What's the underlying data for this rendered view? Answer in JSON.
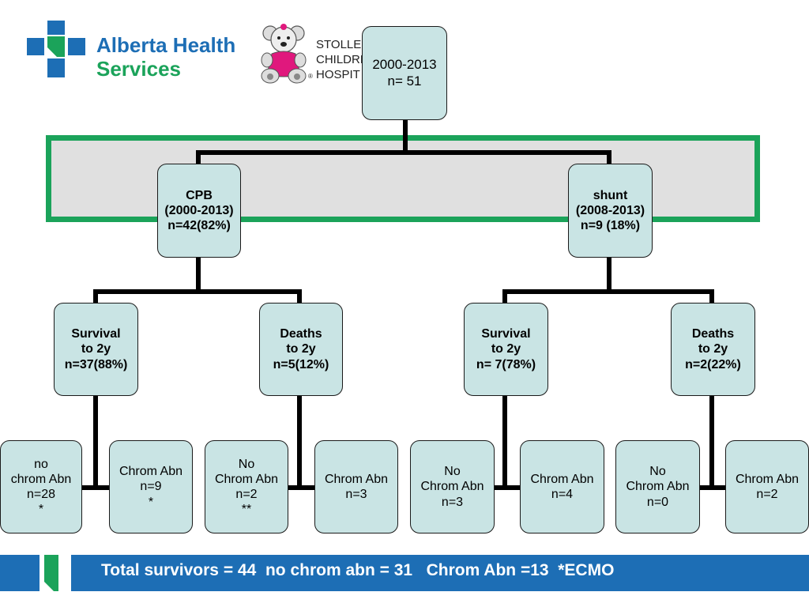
{
  "brand": {
    "logo_line1": "Alberta Health",
    "logo_line2": "Services",
    "hospital_line1": "STOLLE",
    "hospital_line2": "CHILDRE",
    "hospital_line3": "HOSPIT",
    "hospital_mark": "®",
    "colors": {
      "blue": "#1d6eb5",
      "green": "#1ba35a",
      "node_fill": "#c9e4e4"
    }
  },
  "tree": {
    "root": "2000-2013\nn= 51",
    "cpb": "CPB\n(2000-2013)\nn=42(82%)",
    "shunt": "shunt\n(2008-2013)\nn=9 (18%)",
    "cpb_survival": "Survival\nto 2y\nn=37(88%)",
    "cpb_deaths": "Deaths\nto 2y\nn=5(12%)",
    "shunt_survival": "Survival\nto 2y\nn= 7(78%)",
    "shunt_deaths": "Deaths\nto 2y\nn=2(22%)",
    "leaves": [
      "no\nchrom Abn\nn=28\n*",
      "Chrom Abn\nn=9\n*",
      "No\nChrom Abn\nn=2\n**",
      "Chrom Abn\nn=3",
      "No\nChrom Abn\nn=3",
      "Chrom Abn\nn=4",
      "No\nChrom Abn\nn=0",
      "Chrom Abn\nn=2"
    ]
  },
  "footer": {
    "text": "Total survivors = 44  no chrom abn = 31   Chrom Abn =13  *ECMO"
  }
}
